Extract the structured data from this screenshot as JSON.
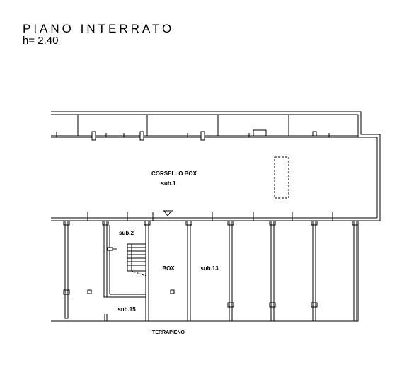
{
  "header": {
    "floor_name": "PIANO  INTERRATO",
    "ceiling_height": "h= 2.40"
  },
  "plan": {
    "labels": {
      "corsello": "CORSELLO BOX",
      "corsello_sub": "sub.1",
      "sub2": "sub.2",
      "sub15": "sub.15",
      "box": "BOX",
      "sub13": "sub.13",
      "terrapieno": "TERRAPIENO"
    }
  }
}
